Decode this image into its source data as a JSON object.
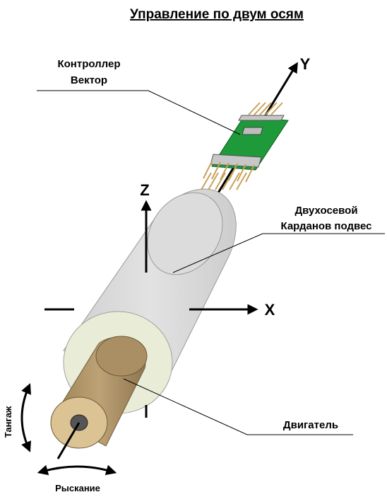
{
  "title": "Управление по двум осям",
  "labels": {
    "controller_line1": "Контроллер",
    "controller_line2": "Вектор",
    "gimbal_line1": "Двухосевой",
    "gimbal_line2": "Карданов подвес",
    "motor": "Двигатель",
    "pitch": "Тангаж",
    "yaw": "Рыскание"
  },
  "axes": {
    "x": "X",
    "y": "Y",
    "z": "Z"
  },
  "colors": {
    "cylinder_body": "#dddddd",
    "cylinder_face": "#e9edd8",
    "motor": "#b69c6e",
    "motor_end": "#dcc394",
    "pcb": "#1e9a3a",
    "pins": "#c8a15a",
    "connector": "#c7c7c7"
  }
}
